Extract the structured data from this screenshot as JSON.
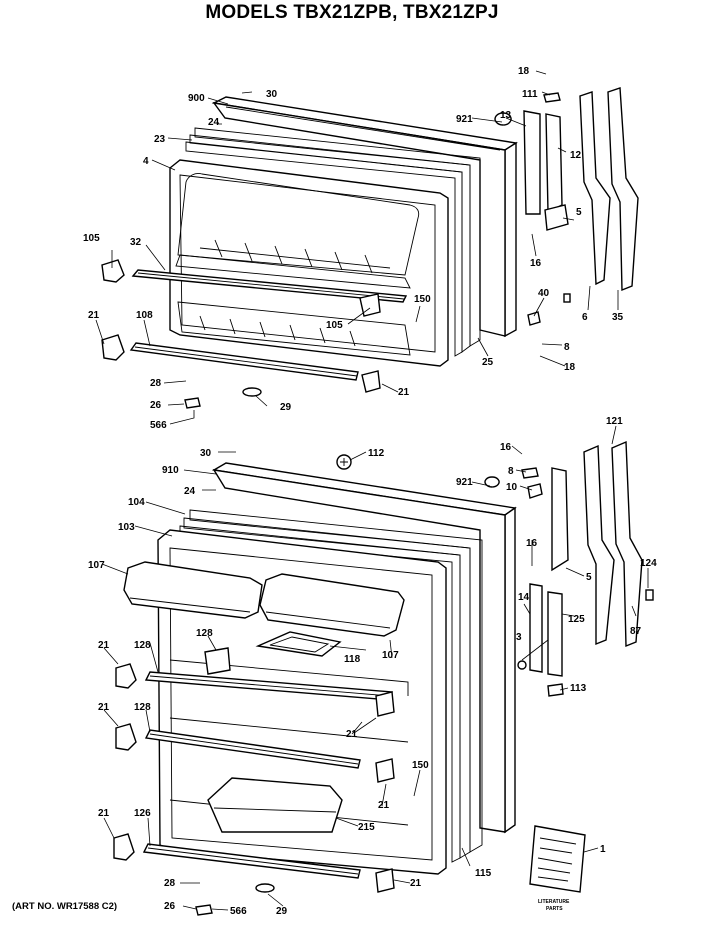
{
  "title": "MODELS TBX21ZPB, TBX21ZPJ",
  "art_number": "(ART NO. WR17588 C2)",
  "literature_caption": [
    "LITERATURE",
    "PARTS"
  ],
  "freezer_door_labels": [
    "18",
    "111",
    "30",
    "900",
    "24",
    "23",
    "921",
    "13",
    "12",
    "4",
    "5",
    "105",
    "32",
    "16",
    "150",
    "40",
    "6",
    "35",
    "21",
    "108",
    "105",
    "8",
    "25",
    "18",
    "28",
    "21",
    "26",
    "29",
    "566"
  ],
  "fresh_food_door_labels": [
    "121",
    "16",
    "30",
    "112",
    "910",
    "8",
    "24",
    "921",
    "10",
    "104",
    "103",
    "16",
    "5",
    "124",
    "107",
    "14",
    "3",
    "125",
    "87",
    "128",
    "21",
    "128",
    "118",
    "107",
    "113",
    "21",
    "128",
    "21",
    "150",
    "21",
    "126",
    "215",
    "21",
    "115",
    "1",
    "28",
    "21",
    "26",
    "566",
    "29"
  ]
}
